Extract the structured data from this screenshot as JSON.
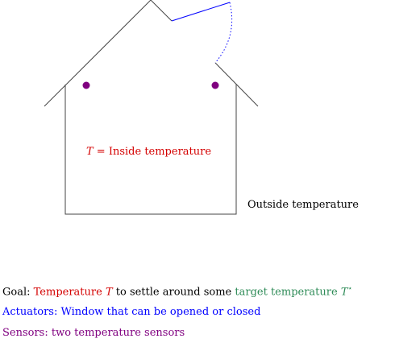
{
  "house": {
    "inside_label_var": "T",
    "inside_label_rest": " = Inside temperature",
    "outside_label": "Outside temperature"
  },
  "colors": {
    "house": "#444444",
    "window": "#0000ff",
    "sensor": "#800080",
    "inside_text": "#d40000",
    "goal_target": "#2e8b57",
    "actuators": "#0000ff",
    "sensors_text": "#800080"
  },
  "goal": {
    "prefix": "Goal: ",
    "part1": "Temperature ",
    "var_T": "T",
    "middle": " to settle around some ",
    "target": "target temperature ",
    "var_Tstar": "T",
    "star": "⋆"
  },
  "actuators": {
    "text": "Actuators: Window that can be opened or closed"
  },
  "sensors": {
    "text": "Sensors: two temperature sensors"
  }
}
